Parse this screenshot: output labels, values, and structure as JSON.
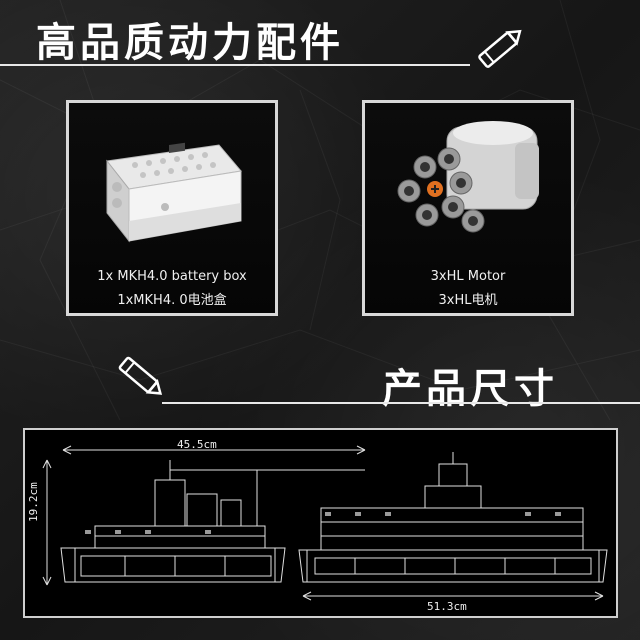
{
  "titles": {
    "power_parts": "高品质动力配件",
    "product_size": "产品尺寸"
  },
  "cards": [
    {
      "caption_en": "1x MKH4.0 battery box",
      "caption_cn": "1xMKH4. 0电池盒",
      "icon": "battery-box"
    },
    {
      "caption_en": "3xHL Motor",
      "caption_cn": "3xHL电机",
      "icon": "motor"
    }
  ],
  "dimensions": {
    "length_top": "45.5cm",
    "height": "19.2cm",
    "length_bottom": "51.3cm"
  },
  "colors": {
    "background": "#1b1b1b",
    "frame": "#d8d8d8",
    "accent": "#ffffff"
  }
}
